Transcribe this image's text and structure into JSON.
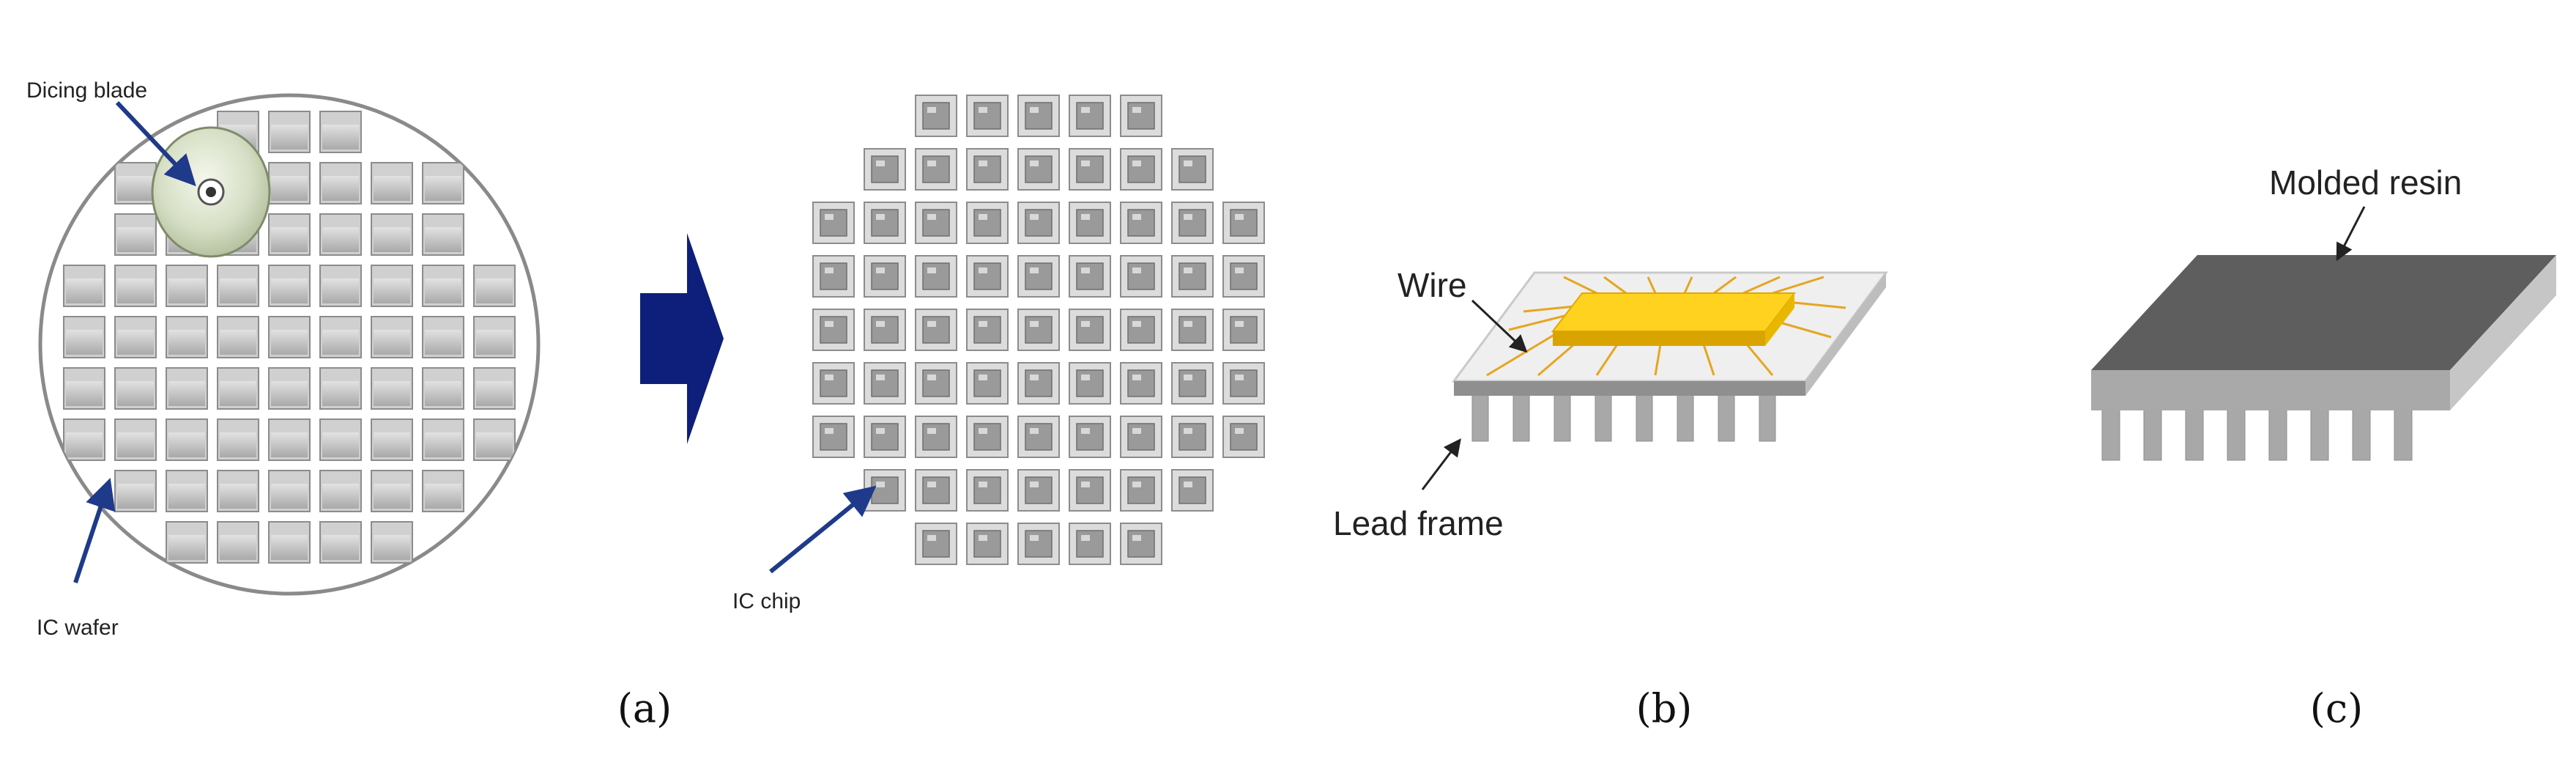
{
  "panels": {
    "a": {
      "caption": "(a)",
      "labels": {
        "dicing_blade": "Dicing blade",
        "ic_wafer": "IC wafer",
        "ic_chip": "IC chip"
      }
    },
    "b": {
      "caption": "(b)",
      "labels": {
        "wire": "Wire",
        "lead_frame": "Lead frame"
      }
    },
    "c": {
      "caption": "(c)",
      "labels": {
        "molded_resin": "Molded resin"
      }
    }
  },
  "colors": {
    "arrow": "#0d1f7a",
    "pointer": "#1f3a8a",
    "die_face": "#bdbdbd",
    "die_edge": "#8c8c8c",
    "chip_gold": "#f5c400",
    "resin_top": "#5e5e5e",
    "resin_side": "#a9a9a9",
    "frame_top": "#e8e8e8",
    "lead": "#a8a8a8"
  }
}
